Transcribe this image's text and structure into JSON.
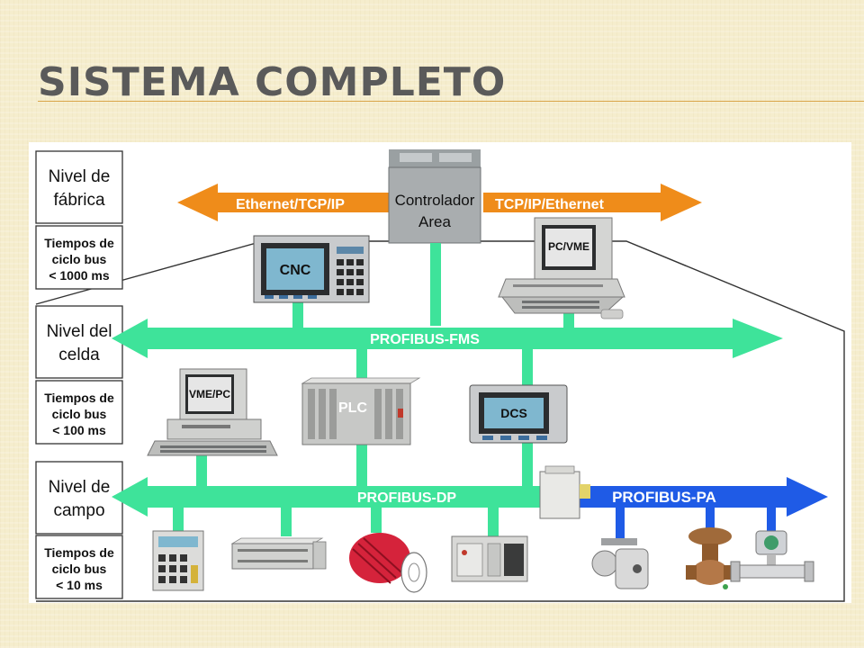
{
  "slide": {
    "title": "Sistema completo"
  },
  "levels": [
    {
      "name_l1": "Nivel de",
      "name_l2": "fábrica",
      "time_l1": "Tiempos de",
      "time_l2": "ciclo bus",
      "time_l3": "< 1000 ms"
    },
    {
      "name_l1": "Nivel del",
      "name_l2": "celda",
      "time_l1": "Tiempos de",
      "time_l2": "ciclo bus",
      "time_l3": "< 100 ms"
    },
    {
      "name_l1": "Nivel de",
      "name_l2": "campo",
      "time_l1": "Tiempos de",
      "time_l2": "ciclo bus",
      "time_l3": "< 10 ms"
    }
  ],
  "buses": {
    "ethernet_left": "Ethernet/TCP/IP",
    "ethernet_right": "TCP/IP/Ethernet",
    "fms": "PROFIBUS-FMS",
    "dp": "PROFIBUS-DP",
    "pa": "PROFIBUS-PA"
  },
  "devices": {
    "area_controller_l1": "Controlador",
    "area_controller_l2": "Area",
    "cnc": "CNC",
    "pc_vme": "PC/VME",
    "vme_pc": "VME/PC",
    "plc": "PLC",
    "dcs": "DCS"
  },
  "colors": {
    "ethernet": "#ef8c1a",
    "profibus": "#3ee39a",
    "profibus_pa": "#1f5be6",
    "box_border": "#333333"
  }
}
